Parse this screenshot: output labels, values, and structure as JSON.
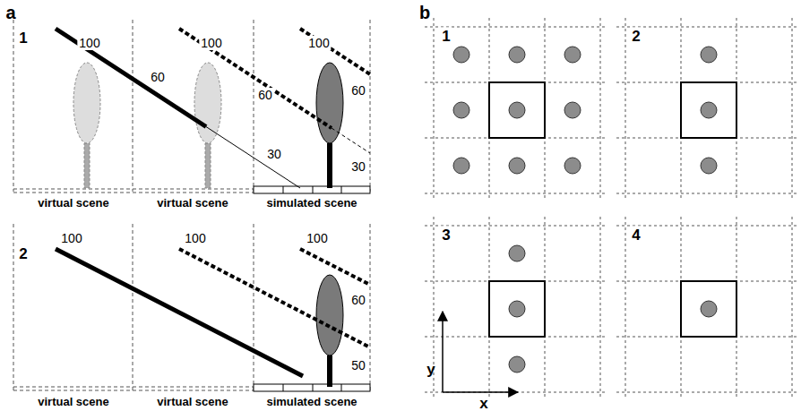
{
  "diagram": {
    "labels": [
      "a",
      "1",
      "100",
      "60",
      "100",
      "60",
      "30",
      "100",
      "60",
      "30",
      "virtual scene",
      "virtual scene",
      "simulated scene",
      "2",
      "100",
      "100",
      "100",
      "60",
      "50",
      "virtual scene",
      "virtual scene",
      "simulated scene",
      "b",
      "1",
      "2",
      "3",
      "4",
      "y",
      "x"
    ]
  }
}
